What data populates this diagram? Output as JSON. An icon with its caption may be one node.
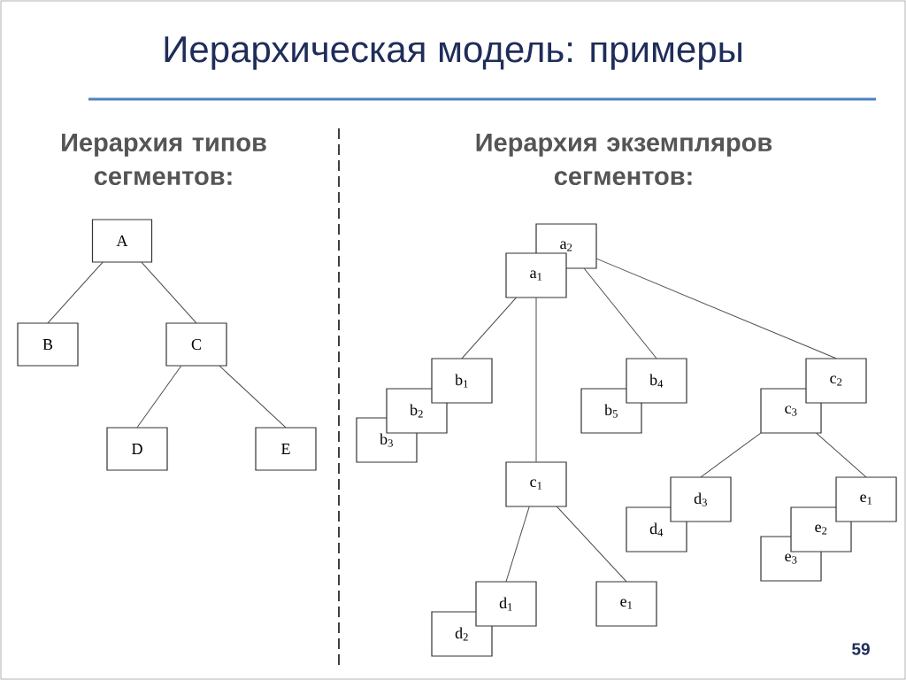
{
  "diagram": {
    "title": "Иерархическая модель: примеры",
    "nodes": [
      {
        "text": [
          "A"
        ]
      },
      {
        "text": [
          "B"
        ]
      },
      {
        "text": [
          "C"
        ]
      },
      {
        "text": [
          "D"
        ]
      },
      {
        "text": [
          "E"
        ]
      },
      {
        "text": [
          "a$_{2}$"
        ]
      },
      {
        "text": [
          "a$_{1}$"
        ]
      },
      {
        "text": [
          "b$_{1}$"
        ]
      },
      {
        "text": [
          "b$_{2}$"
        ]
      },
      {
        "text": [
          "b$_{3}$"
        ]
      },
      {
        "text": [
          "b$_{4}$"
        ]
      },
      {
        "text": [
          "b$_{5}$"
        ]
      },
      {
        "text": [
          "c$_{2}$"
        ]
      },
      {
        "text": [
          "c$_{3}$"
        ]
      },
      {
        "text": [
          "c$_{1}$"
        ]
      },
      {
        "text": [
          "d$_{3}$"
        ]
      },
      {
        "text": [
          "d$_{4}$"
        ]
      },
      {
        "text": [
          "e$_{1}$"
        ]
      },
      {
        "text": [
          "e$_{2}$"
        ]
      },
      {
        "text": [
          "e$_{3}$"
        ]
      },
      {
        "text": [
          "d$_{1}$"
        ]
      },
      {
        "text": [
          "d$_{2}$"
        ]
      },
      {
        "text": [
          "e$_{1}$"
        ]
      }
    ],
    "edges": [
      {
        "from": 0,
        "to": 1,
        "arrow": "none"
      },
      {
        "from": 0,
        "to": 2,
        "arrow": "none"
      },
      {
        "from": 2,
        "to": 3,
        "arrow": "none"
      },
      {
        "from": 2,
        "to": 4,
        "arrow": "none"
      },
      {
        "from": 6,
        "to": 7,
        "arrow": "none"
      },
      {
        "from": 6,
        "to": 14,
        "arrow": "none"
      },
      {
        "from": 5,
        "to": 10,
        "arrow": "none"
      },
      {
        "from": 5,
        "to": 12,
        "arrow": "none"
      },
      {
        "from": 13,
        "to": 15,
        "arrow": "none"
      },
      {
        "from": 13,
        "to": 17,
        "arrow": "none"
      },
      {
        "from": 14,
        "to": 20,
        "arrow": "none"
      },
      {
        "from": 14,
        "to": 22,
        "arrow": "none"
      }
    ],
    "labels": [
      "Иерархия типов сегментов:",
      "Иерархия экземпляров сегментов:",
      "59"
    ]
  }
}
